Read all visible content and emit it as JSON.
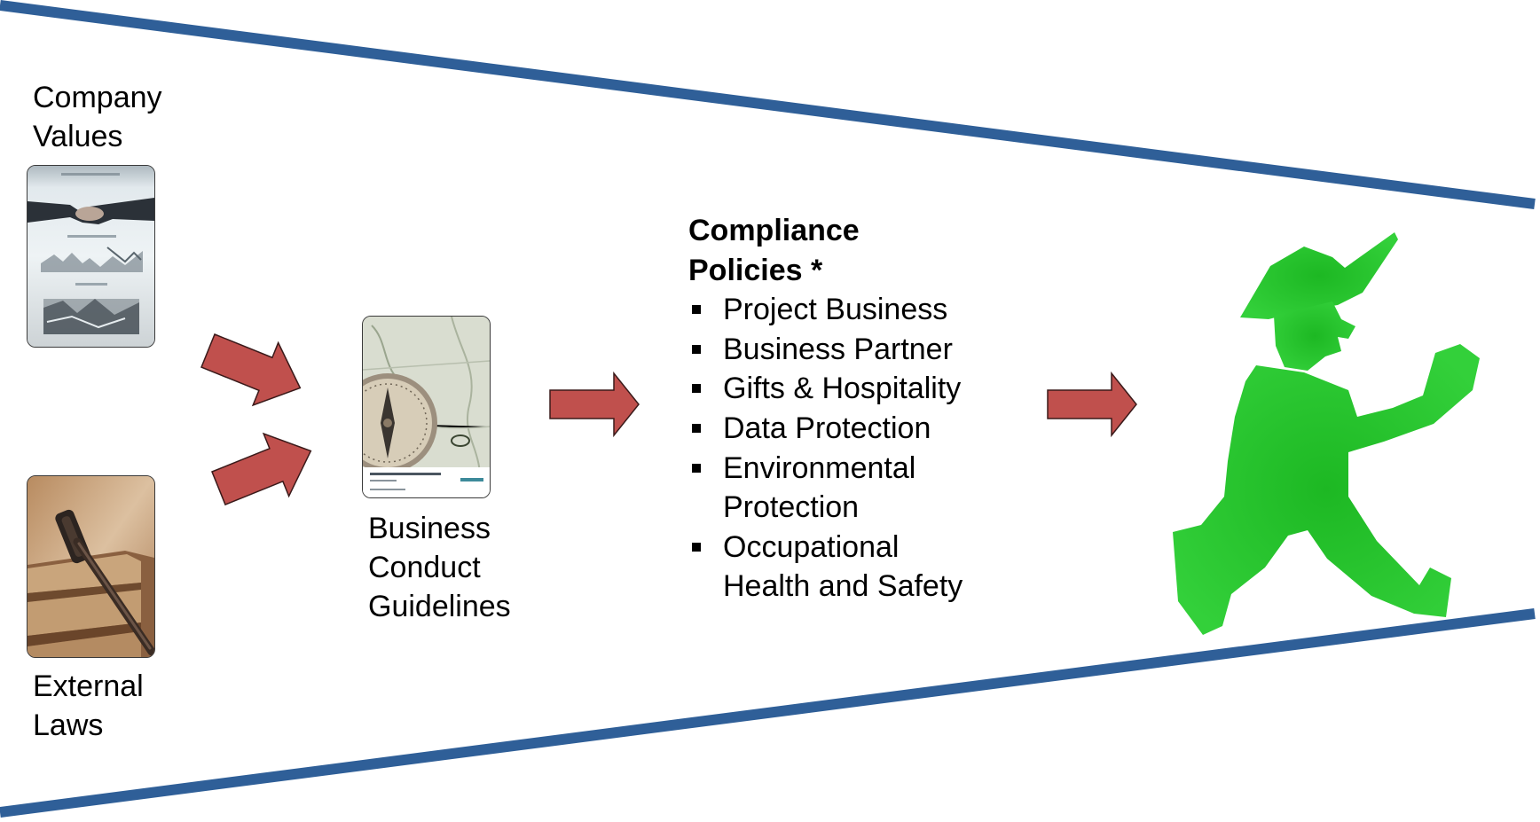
{
  "colors": {
    "funnel_line": "#2F5F98",
    "arrow_fill": "#C0504D",
    "arrow_stroke": "#3a1a1a",
    "walker_green": "#22C22A"
  },
  "labels": {
    "company_values": [
      "Company",
      "Values"
    ],
    "external_laws": [
      "External",
      "Laws"
    ],
    "business_conduct": [
      "Business",
      "Conduct",
      "Guidelines"
    ]
  },
  "policies": {
    "heading": [
      "Compliance",
      "Policies *"
    ],
    "items": [
      {
        "lines": [
          "Project Business"
        ]
      },
      {
        "lines": [
          "Business Partner"
        ]
      },
      {
        "lines": [
          "Gifts & Hospitality"
        ]
      },
      {
        "lines": [
          "Data Protection"
        ]
      },
      {
        "lines": [
          "Environmental",
          "Protection"
        ]
      },
      {
        "lines": [
          "Occupational",
          "Health and Safety"
        ]
      }
    ]
  },
  "images": {
    "company_values": "handshake-brochure-image",
    "external_laws": "gavel-on-books-image",
    "business_conduct": "compass-on-map-brochure-image",
    "walker": "green-pedestrian-walking-man-icon"
  }
}
